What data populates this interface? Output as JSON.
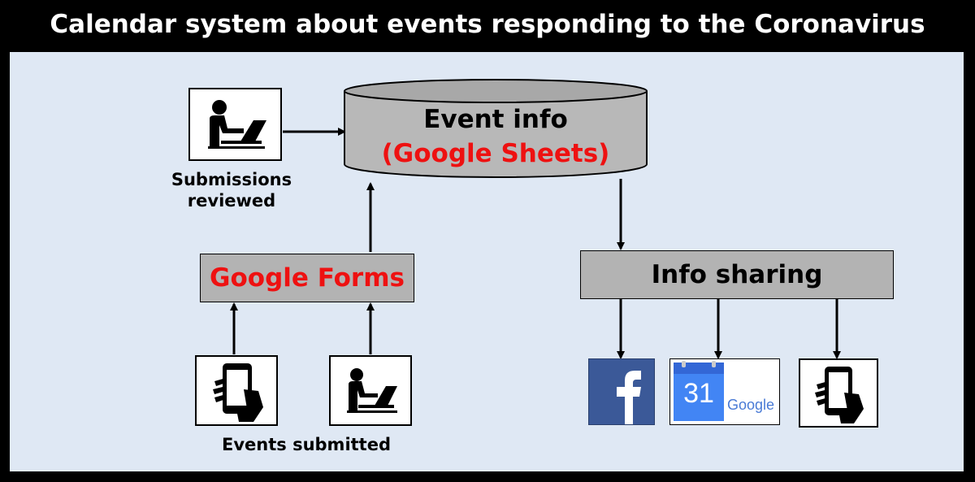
{
  "title": "Calendar system about events responding to the Coronavirus",
  "database": {
    "line1": "Event info",
    "line2": "(Google Sheets)"
  },
  "reviewer_label": {
    "line1": "Submissions",
    "line2": "reviewed"
  },
  "forms_label": "Google Forms",
  "events_label": "Events submitted",
  "sharing_label": "Info sharing",
  "gcal": {
    "day": "31",
    "brand": "Google"
  },
  "colors": {
    "accent_red": "#ee1111",
    "panel_bg": "#dfe8f4",
    "box_gray": "#b3b3b3",
    "facebook_blue": "#3b5998",
    "gcal_blue": "#4285f4"
  },
  "icons": [
    "laptop-user-icon",
    "database-cylinder-icon",
    "smartphone-hand-icon",
    "facebook-icon",
    "google-calendar-icon"
  ]
}
